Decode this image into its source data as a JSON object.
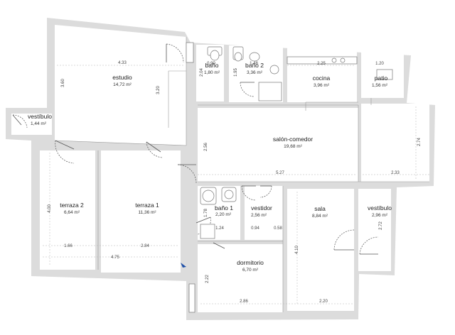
{
  "rooms": [
    {
      "id": "estudio",
      "name": "estudio",
      "area": "14,72 m²"
    },
    {
      "id": "vestibulo-1",
      "name": "vestíbulo",
      "area": "1,44 m²"
    },
    {
      "id": "bano",
      "name": "baño",
      "area": "1,80 m²"
    },
    {
      "id": "bano-2",
      "name": "baño 2",
      "area": "3,36 m²"
    },
    {
      "id": "cocina",
      "name": "cocina",
      "area": "3,96 m²"
    },
    {
      "id": "patio",
      "name": "patio",
      "area": "1,56 m²"
    },
    {
      "id": "salon-comedor",
      "name": "salón-comedor",
      "area": "19,68 m²"
    },
    {
      "id": "terraza-2",
      "name": "terraza 2",
      "area": "6,64 m²"
    },
    {
      "id": "terraza-1",
      "name": "terraza 1",
      "area": "11,36 m²"
    },
    {
      "id": "bano-1",
      "name": "baño 1",
      "area": "2,20 m²"
    },
    {
      "id": "vestidor",
      "name": "vestidor",
      "area": "2,56 m²"
    },
    {
      "id": "sala",
      "name": "sala",
      "area": "8,84 m²"
    },
    {
      "id": "vestibulo-2",
      "name": "vestíbulo",
      "area": "2,96 m²"
    },
    {
      "id": "dormitorio",
      "name": "dormitorio",
      "area": "6,70 m²"
    }
  ],
  "dimensions": [
    "4.33",
    "3.60",
    "3.20",
    "0.90",
    "2.04",
    "1.95",
    "1.48",
    "2.25",
    "1.20",
    "2.56",
    "5.27",
    "2.74",
    "2.33",
    "4.00",
    "1.66",
    "2.84",
    "4.75",
    "1.78",
    "1.24",
    "0.94",
    "0.58",
    "4.10",
    "2.72",
    "2.22",
    "2.86",
    "2.20"
  ]
}
